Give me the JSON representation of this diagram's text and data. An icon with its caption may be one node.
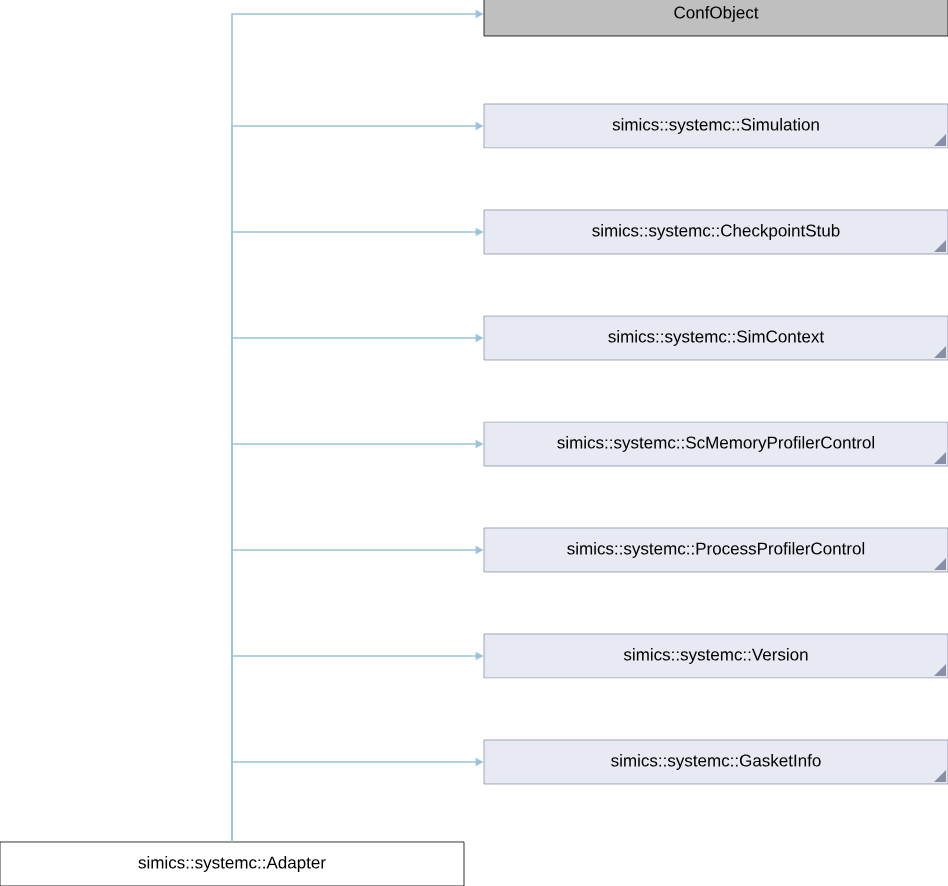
{
  "diagram": {
    "nodes": [
      {
        "text": [
          "ConfObject"
        ]
      },
      {
        "text": [
          "simics::systemc::Simulation"
        ]
      },
      {
        "text": [
          "simics::systemc::CheckpointStub"
        ]
      },
      {
        "text": [
          "simics::systemc::SimContext"
        ]
      },
      {
        "text": [
          "simics::systemc::ScMemoryProfilerControl"
        ]
      },
      {
        "text": [
          "simics::systemc::ProcessProfilerControl"
        ]
      },
      {
        "text": [
          "simics::systemc::Version"
        ]
      },
      {
        "text": [
          "simics::systemc::GasketInfo"
        ]
      },
      {
        "text": [
          "simics::systemc::Adapter"
        ]
      }
    ],
    "edges": [
      {
        "from": 8,
        "to": 0,
        "arrow": "to"
      },
      {
        "from": 8,
        "to": 1,
        "arrow": "to"
      },
      {
        "from": 8,
        "to": 2,
        "arrow": "to"
      },
      {
        "from": 8,
        "to": 3,
        "arrow": "to"
      },
      {
        "from": 8,
        "to": 4,
        "arrow": "to"
      },
      {
        "from": 8,
        "to": 5,
        "arrow": "to"
      },
      {
        "from": 8,
        "to": 6,
        "arrow": "to"
      },
      {
        "from": 8,
        "to": 7,
        "arrow": "to"
      }
    ]
  }
}
